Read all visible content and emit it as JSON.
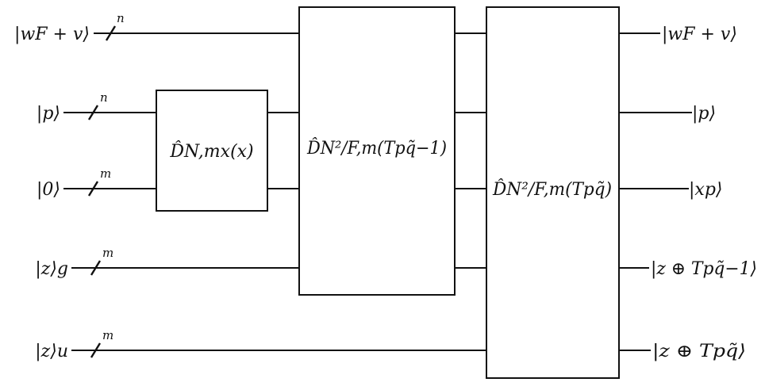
{
  "inputs": {
    "wf": "|wF + v⟩",
    "p": "|p⟩",
    "zero": "|0⟩",
    "zg": "|z⟩g",
    "zu": "|z⟩u"
  },
  "bus_widths": {
    "wf": "n",
    "p": "n",
    "zero": "m",
    "zg": "m",
    "zu": "m"
  },
  "gates": {
    "g1": "D̂N,mx(x)",
    "g2": "D̂N²/F,m(Tpq̃−1)",
    "g3": "D̂N²/F,m(Tpq̃)"
  },
  "outputs": {
    "wf": "|wF + v⟩",
    "p": "|p⟩",
    "xp": "|xp⟩",
    "zt1": "|z ⊕ Tpq̃−1⟩",
    "zt": "|z ⊕ Tpq̃⟩"
  }
}
